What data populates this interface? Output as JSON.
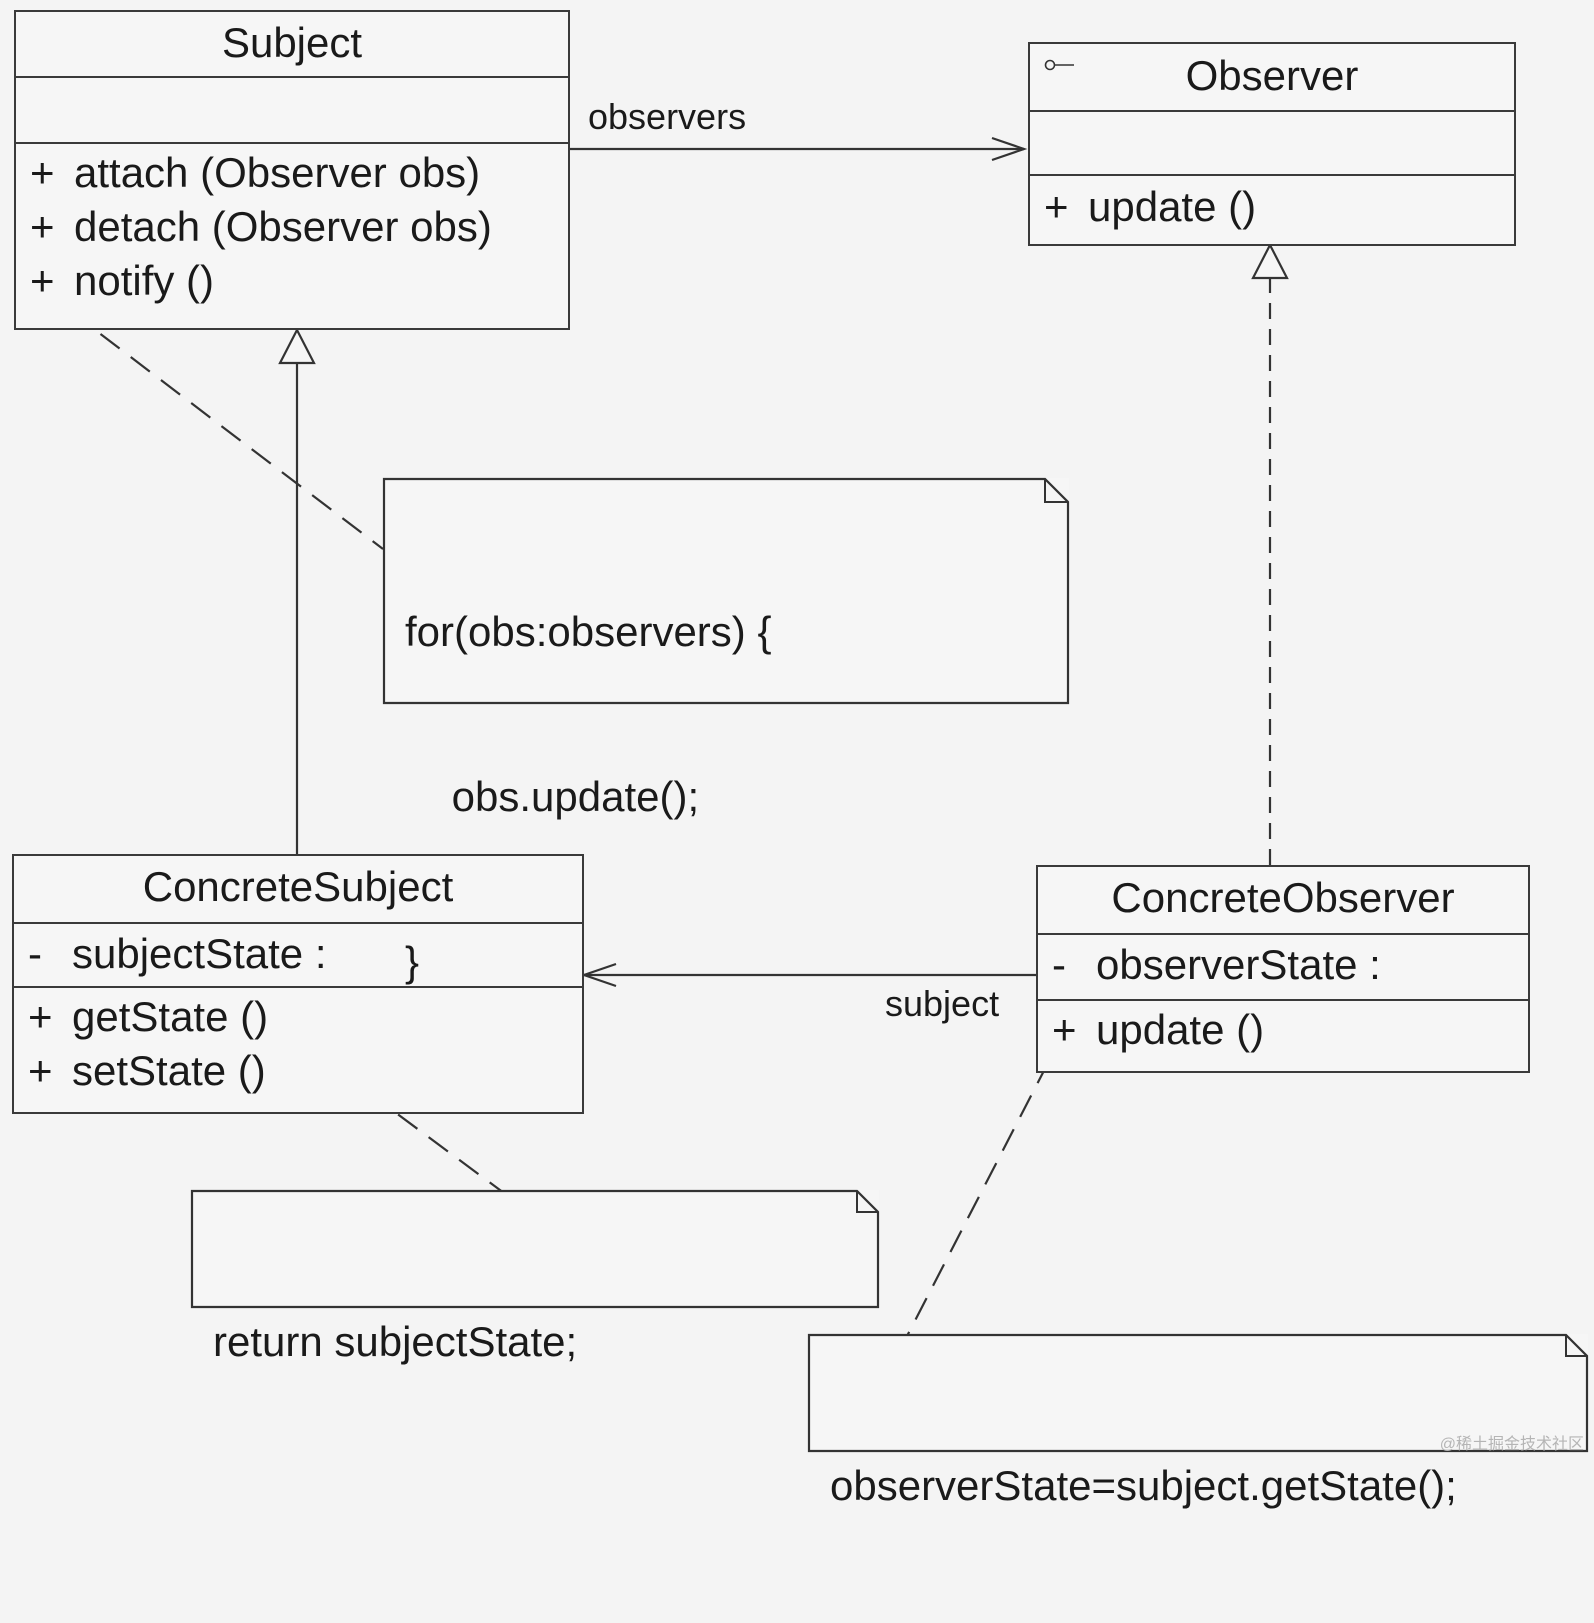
{
  "classes": {
    "subject": {
      "name": "Subject",
      "attributes": [],
      "operations": [
        {
          "visibility": "+",
          "text": "attach (Observer obs)"
        },
        {
          "visibility": "+",
          "text": "detach (Observer obs)"
        },
        {
          "visibility": "+",
          "text": "notify ()"
        }
      ]
    },
    "observer": {
      "name": "Observer",
      "is_interface": true,
      "attributes": [],
      "operations": [
        {
          "visibility": "+",
          "text": "update ()"
        }
      ]
    },
    "concrete_subject": {
      "name": "ConcreteSubject",
      "attributes": [
        {
          "visibility": "-",
          "text": "subjectState  :"
        }
      ],
      "operations": [
        {
          "visibility": "+",
          "text": "getState ()"
        },
        {
          "visibility": "+",
          "text": "setState ()"
        }
      ]
    },
    "concrete_observer": {
      "name": "ConcreteObserver",
      "attributes": [
        {
          "visibility": "-",
          "text": "observerState  :"
        }
      ],
      "operations": [
        {
          "visibility": "+",
          "text": "update ()"
        }
      ]
    }
  },
  "notes": {
    "notify_note": [
      "for(obs:observers) {",
      "    obs.update();",
      "}"
    ],
    "get_state_note": [
      "return subjectState;"
    ],
    "update_note": [
      "observerState=subject.getState();"
    ]
  },
  "relations": {
    "subject_to_observer": {
      "type": "association",
      "role": "observers"
    },
    "concrete_observer_to_concrete_subject": {
      "type": "association",
      "role": "subject"
    },
    "concrete_subject_extends_subject": {
      "type": "generalization"
    },
    "concrete_observer_realizes_observer": {
      "type": "realization"
    }
  },
  "watermark": "@稀土掘金技术社区"
}
